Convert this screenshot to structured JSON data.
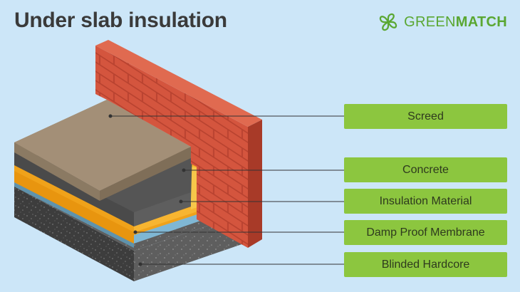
{
  "title": "Under slab insulation",
  "logo": {
    "text_light": "GREEN",
    "text_bold": "MATCH",
    "icon": "clover-icon"
  },
  "labels": {
    "screed": "Screed",
    "concrete": "Concrete",
    "insulation": "Insulation Material",
    "dpm": "Damp Proof Membrane",
    "hardcore": "Blinded Hardcore"
  },
  "colors": {
    "background": "#cce6f8",
    "label_bg": "#8cc63f",
    "brick": "#c94a35",
    "screed": "#9c8a73",
    "concrete": "#4b4b4b",
    "insulation": "#f2a51c",
    "membrane": "#6fa7c4",
    "hardcore": "#3a3a3a"
  }
}
